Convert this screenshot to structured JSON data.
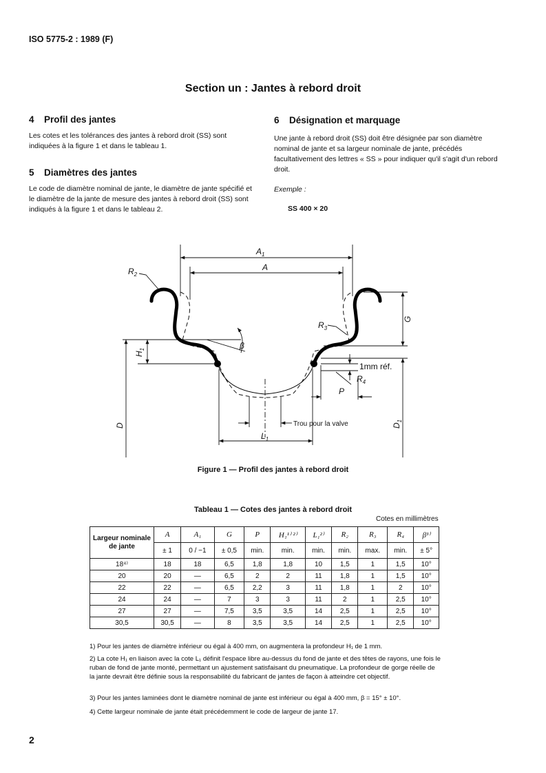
{
  "header": {
    "doc_id": "ISO 5775-2 : 1989 (F)"
  },
  "section_title": "Section un : Jantes à rebord droit",
  "left_col": {
    "s4_num": "4",
    "s4_title": "Profil des jantes",
    "s4_text": "Les cotes et les tolérances des jantes à rebord droit (SS) sont indiquées à la figure 1 et dans le tableau 1.",
    "s5_num": "5",
    "s5_title": "Diamètres des jantes",
    "s5_text": "Le code de diamètre nominal de jante, le diamètre de jante spécifié et le diamètre de la jante de mesure des jantes à rebord droit (SS) sont indiqués à la figure 1 et dans le tableau 2."
  },
  "right_col": {
    "s6_num": "6",
    "s6_title": "Désignation et marquage",
    "s6_text": "Une jante à rebord droit (SS) doit être désignée par son diamètre nominal de jante et sa largeur nominale de jante, précédés facultativement des lettres « SS » pour indiquer qu'il s'agit d'un rebord droit.",
    "example_label": "Exemple :",
    "example_value": "SS 400 × 20"
  },
  "figure": {
    "caption": "Figure 1 — Profil des jantes à rebord droit",
    "labels": {
      "A1": "A",
      "A1_sub": "1",
      "A": "A",
      "R2": "R",
      "R2_sub": "2",
      "R3": "R",
      "R3_sub": "3",
      "R4": "R",
      "R4_sub": "4",
      "G": "G",
      "H1": "H",
      "H1_sub": "1",
      "beta": "β",
      "ref": "1mm réf.",
      "P": "P",
      "valve": "Trou pour la valve",
      "L1": "L",
      "L1_sub": "1",
      "D": "D",
      "D1": "D",
      "D1_sub": "1"
    }
  },
  "table": {
    "caption": "Tableau 1 — Cotes des jantes à rebord droit",
    "units": "Cotes en millimètres",
    "label_header": "Largeur nominale de jante",
    "sym_headers": [
      "A",
      "A₁",
      "G",
      "P",
      "H₁¹⁾ ²⁾",
      "L₁²⁾",
      "R₂",
      "R₃",
      "R₄",
      "β³⁾"
    ],
    "tol_headers": [
      "± 1",
      "0 / −1",
      "± 0,5",
      "min.",
      "min.",
      "min.",
      "min.",
      "max.",
      "min.",
      "± 5°"
    ],
    "rows": [
      [
        "18⁴⁾",
        "18",
        "18",
        "6,5",
        "1,8",
        "1,8",
        "10",
        "1,5",
        "1",
        "1,5",
        "10°"
      ],
      [
        "20",
        "20",
        "—",
        "6,5",
        "2",
        "2",
        "11",
        "1,8",
        "1",
        "1,5",
        "10°"
      ],
      [
        "22",
        "22",
        "—",
        "6,5",
        "2,2",
        "3",
        "11",
        "1,8",
        "1",
        "2",
        "10°"
      ],
      [
        "24",
        "24",
        "—",
        "7",
        "3",
        "3",
        "11",
        "2",
        "1",
        "2,5",
        "10°"
      ],
      [
        "27",
        "27",
        "—",
        "7,5",
        "3,5",
        "3,5",
        "14",
        "2,5",
        "1",
        "2,5",
        "10°"
      ],
      [
        "30,5",
        "30,5",
        "—",
        "8",
        "3,5",
        "3,5",
        "14",
        "2,5",
        "1",
        "2,5",
        "10°"
      ]
    ]
  },
  "footnotes": [
    "1) Pour les jantes de diamètre inférieur ou égal à 400 mm, on augmentera la profondeur H₁ de 1 mm.",
    "2) La cote H₁ en liaison avec la cote L₁ définit l'espace libre au-dessus du fond de jante et des têtes de rayons, une fois le ruban de fond de jante monté, permettant un ajustement satisfaisant du pneumatique. La profondeur de gorge réelle de la jante devrait être définie sous la responsabilité du fabricant de jantes de façon à atteindre cet objectif.",
    "3) Pour les jantes laminées dont le diamètre nominal de jante est inférieur ou égal à 400 mm, β = 15° ± 10°.",
    "4) Cette largeur nominale de jante était précédemment le code de largeur de jante 17."
  ],
  "page_number": "2"
}
